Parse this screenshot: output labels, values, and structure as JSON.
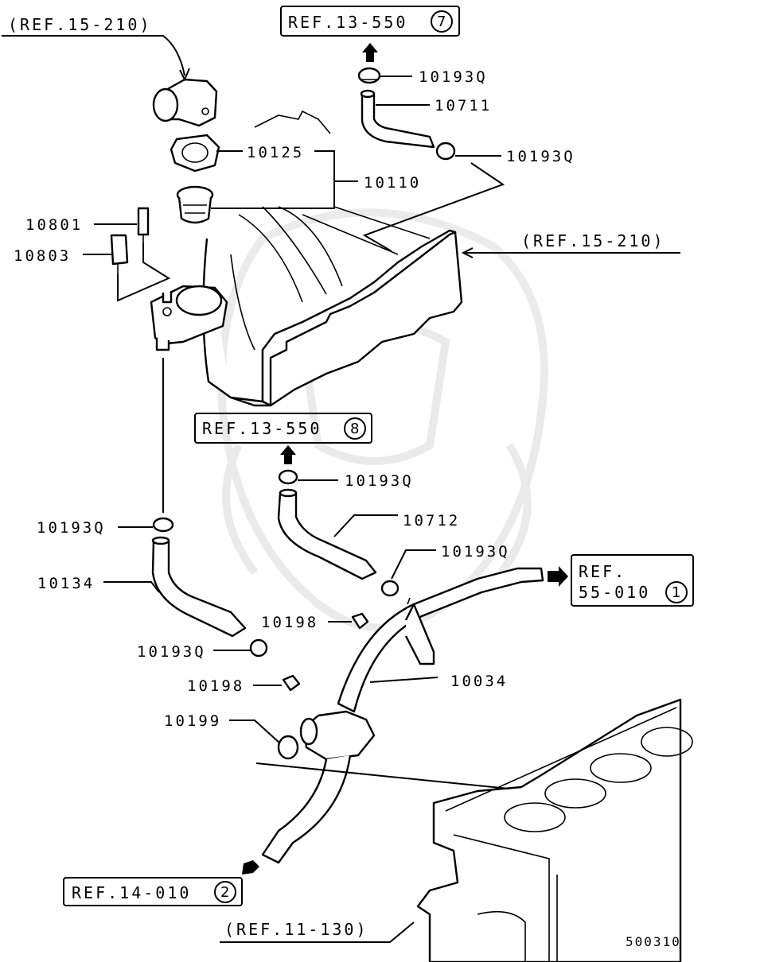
{
  "refs": {
    "ref_15_210_top": "(REF.15-210)",
    "ref_13_550_top": "REF.13-550",
    "ref_13_550_top_circle": "7",
    "ref_15_210_right": "(REF.15-210)",
    "ref_13_550_mid": "REF.13-550",
    "ref_13_550_mid_circle": "8",
    "ref_55_010_line1": "REF.",
    "ref_55_010_line2": "55-010",
    "ref_55_010_circle": "1",
    "ref_14_010": "REF.14-010",
    "ref_14_010_circle": "2",
    "ref_11_130": "(REF.11-130)"
  },
  "parts": {
    "p10193Q_a": "10193Q",
    "p10711": "10711",
    "p10193Q_b": "10193Q",
    "p10125": "10125",
    "p10110": "10110",
    "p10801": "10801",
    "p10803": "10803",
    "p10193Q_c": "10193Q",
    "p10712": "10712",
    "p10193Q_d": "10193Q",
    "p10193Q_e": "10193Q",
    "p10134": "10134",
    "p10198_a": "10198",
    "p10193Q_f": "10193Q",
    "p10034": "10034",
    "p10198_b": "10198",
    "p10199": "10199"
  },
  "diagram_code": "500310"
}
